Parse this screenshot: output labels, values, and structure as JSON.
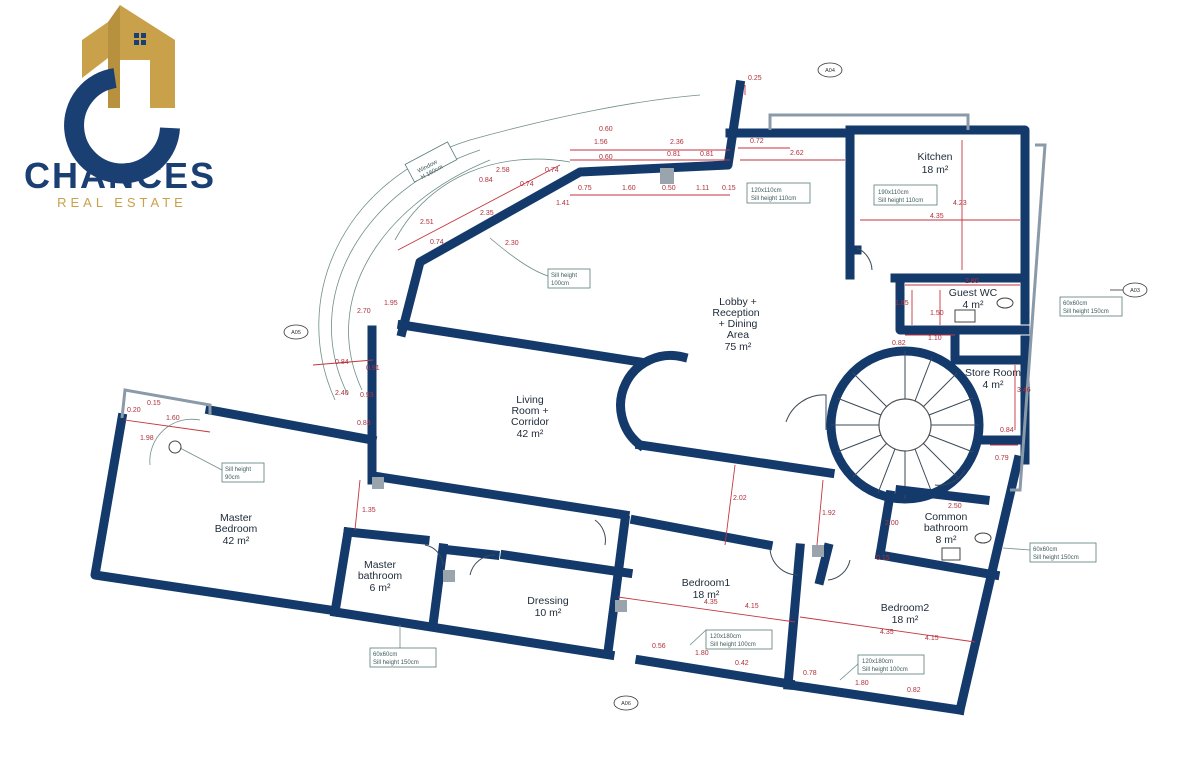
{
  "logo": {
    "name": "CHANCES",
    "subtitle": "REAL ESTATE",
    "colors": {
      "navy": "#1a3f73",
      "gold": "#c9a14a"
    }
  },
  "colors": {
    "wall": "#133a6b",
    "dimension": "#c2363f",
    "note": "#5b7a7a",
    "background": "#ffffff"
  },
  "rooms": {
    "kitchen": {
      "name": "Kitchen",
      "area": "18 m²"
    },
    "lobby": {
      "line1": "Lobby +",
      "line2": "Reception",
      "line3": "+ Dining",
      "line4": "Area",
      "area": "75 m²"
    },
    "guest_wc": {
      "name": "Guest WC",
      "area": "4 m²"
    },
    "store": {
      "name": "Store Room",
      "area": "4 m²"
    },
    "living": {
      "line1": "Living",
      "line2": "Room +",
      "line3": "Corridor",
      "area": "42 m²"
    },
    "master_bedroom": {
      "line1": "Master",
      "line2": "Bedroom",
      "area": "42 m²"
    },
    "master_bath": {
      "line1": "Master",
      "line2": "bathroom",
      "area": "6 m²"
    },
    "dressing": {
      "name": "Dressing",
      "area": "10 m²"
    },
    "bedroom1": {
      "name": "Bedroom1",
      "area": "18 m²"
    },
    "bedroom2": {
      "name": "Bedroom2",
      "area": "18 m²"
    },
    "common_bath": {
      "line1": "Common",
      "line2": "bathroom",
      "area": "8 m²"
    }
  },
  "notes": {
    "kitchen_win_a": {
      "line1": "120x110cm",
      "line2": "Sill height 110cm"
    },
    "kitchen_win_b": {
      "line1": "190x110cm",
      "line2": "Sill height 110cm"
    },
    "curved_sill": {
      "line1": "Sill height",
      "line2": "100cm"
    },
    "arc_window": {
      "line1": "Window",
      "line2": "H 160cm"
    },
    "wc_win": {
      "line1": "60x60cm",
      "line2": "Sill height 150cm"
    },
    "master_sill": {
      "line1": "Sill height",
      "line2": "90cm"
    },
    "master_bath_win": {
      "line1": "60x60cm",
      "line2": "Sill height 150cm"
    },
    "bed1_win": {
      "line1": "120x180cm",
      "line2": "Sill height 100cm"
    },
    "bed2_win": {
      "line1": "120x180cm",
      "line2": "Sill height 100cm"
    },
    "common_win": {
      "line1": "60x60cm",
      "line2": "Sill height 150cm"
    }
  },
  "section_tags": {
    "top": "A04",
    "right": "A03",
    "left": "A05",
    "bottom": "A06"
  },
  "dimensions": {
    "d1": "0.25",
    "d2": "0.72",
    "d3": "2.62",
    "d4": "1.56",
    "d5": "2.36",
    "d6": "0.81",
    "d7": "0.81",
    "d8": "0.60",
    "d9": "0.60",
    "d10": "0.75",
    "d11": "1.60",
    "d12": "0.50",
    "d13": "1.11",
    "d14": "0.15",
    "d15": "1.41",
    "d16": "2.30",
    "d17": "2.58",
    "d18": "0.84",
    "d19": "0.74",
    "d20": "0.74",
    "d21": "0.74",
    "d22": "2.51",
    "d23": "2.35",
    "d24": "1.95",
    "d25": "2.70",
    "d26": "0.84",
    "d27": "0.91",
    "d28": "2.40",
    "d29": "0.93",
    "d30": "0.83",
    "d31": "4.35",
    "d32": "4.23",
    "d33": "2.80",
    "d34": "1.85",
    "d35": "1.50",
    "d36": "1.10",
    "d37": "0.82",
    "d38": "3.46",
    "d39": "0.84",
    "d40": "0.79",
    "d41": "2.50",
    "d42": "2.02",
    "d43": "1.92",
    "d44": "2.00",
    "d45": "0.15",
    "d46": "0.20",
    "d47": "0.15",
    "d48": "1.60",
    "d49": "1.98",
    "d50": "1.35",
    "d51": "4.35",
    "d52": "4.15",
    "d53": "0.56",
    "d54": "1.80",
    "d55": "0.42",
    "d56": "0.78",
    "d57": "4.35",
    "d58": "4.15",
    "d59": "1.80",
    "d60": "0.82"
  }
}
